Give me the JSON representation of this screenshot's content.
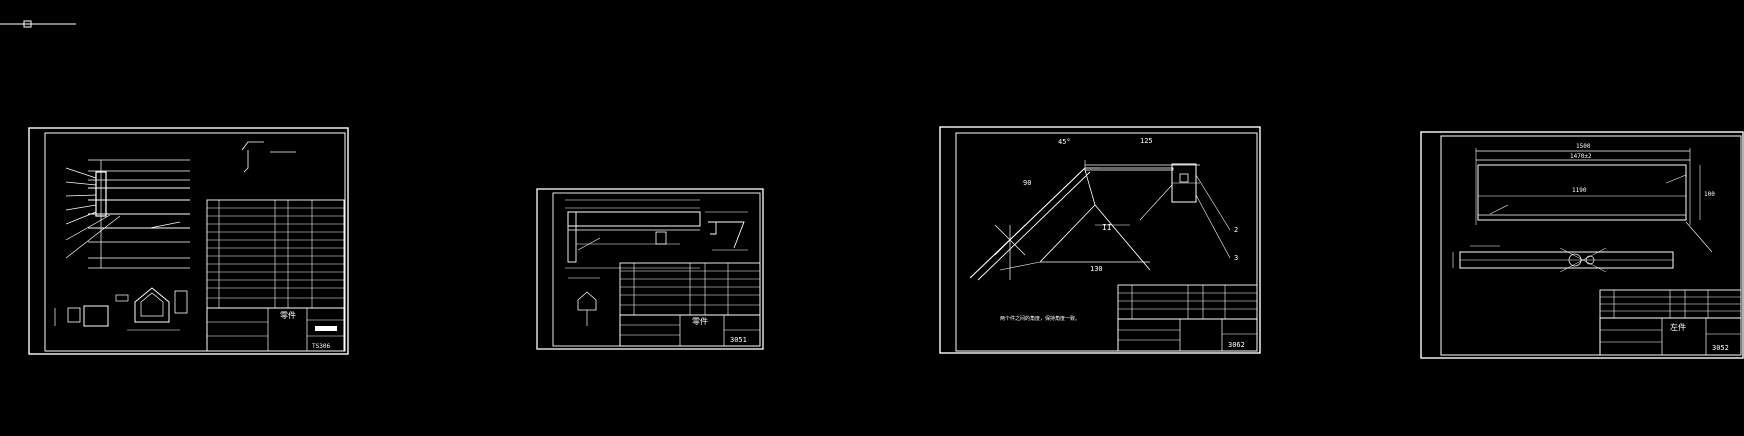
{
  "colors": {
    "background": "#000000",
    "line": "#ffffff",
    "highlight": "#ffffff"
  },
  "viewport": {
    "ucs_marker": "ucs-icon"
  },
  "sheets": [
    {
      "id": "sheet-1",
      "title_block": {
        "name": "零件",
        "drawing_no": "TS306"
      }
    },
    {
      "id": "sheet-2",
      "title_block": {
        "name": "零件",
        "drawing_no": "3051"
      }
    },
    {
      "id": "sheet-3",
      "title_block": {
        "drawing_no": "3062",
        "note": "两个件之间的角度，保持角度一致。"
      },
      "dims": {
        "top": "125",
        "bottom": "130",
        "angle": "45°",
        "diag": "90",
        "tag1": "2",
        "tag2": "3",
        "section": "II"
      }
    },
    {
      "id": "sheet-4",
      "title_block": {
        "name": "左件",
        "drawing_no": "3052"
      },
      "dims": {
        "top1": "1500",
        "top2": "1470±2",
        "mid": "1190",
        "side": "100"
      }
    }
  ]
}
